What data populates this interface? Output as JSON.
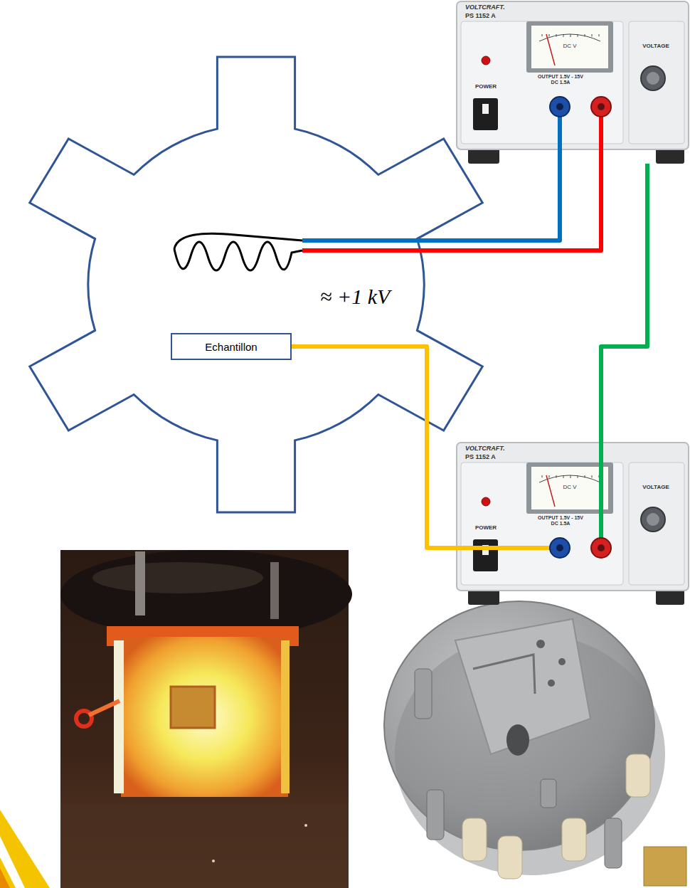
{
  "diagram": {
    "nodes": [
      {
        "text": [
          "VOLTCRAFT.",
          "PS 1152 A",
          "POWER",
          "DC V",
          "OUTPUT 1.5V - 15V DC 1.5A",
          "VOLTAGE"
        ]
      },
      {
        "text": [
          "Echantillon"
        ]
      },
      {
        "text": [
          "VOLTCRAFT.",
          "PS 1152 A",
          "POWER",
          "DC V",
          "OUTPUT 1.5V - 15V DC 1.5A",
          "VOLTAGE"
        ]
      }
    ],
    "edges": [
      {
        "from": 0,
        "to": 2,
        "arrow": "none"
      },
      {
        "from": 1,
        "to": 2,
        "arrow": "none"
      }
    ],
    "labels": [
      "≈ +1 kV"
    ]
  }
}
